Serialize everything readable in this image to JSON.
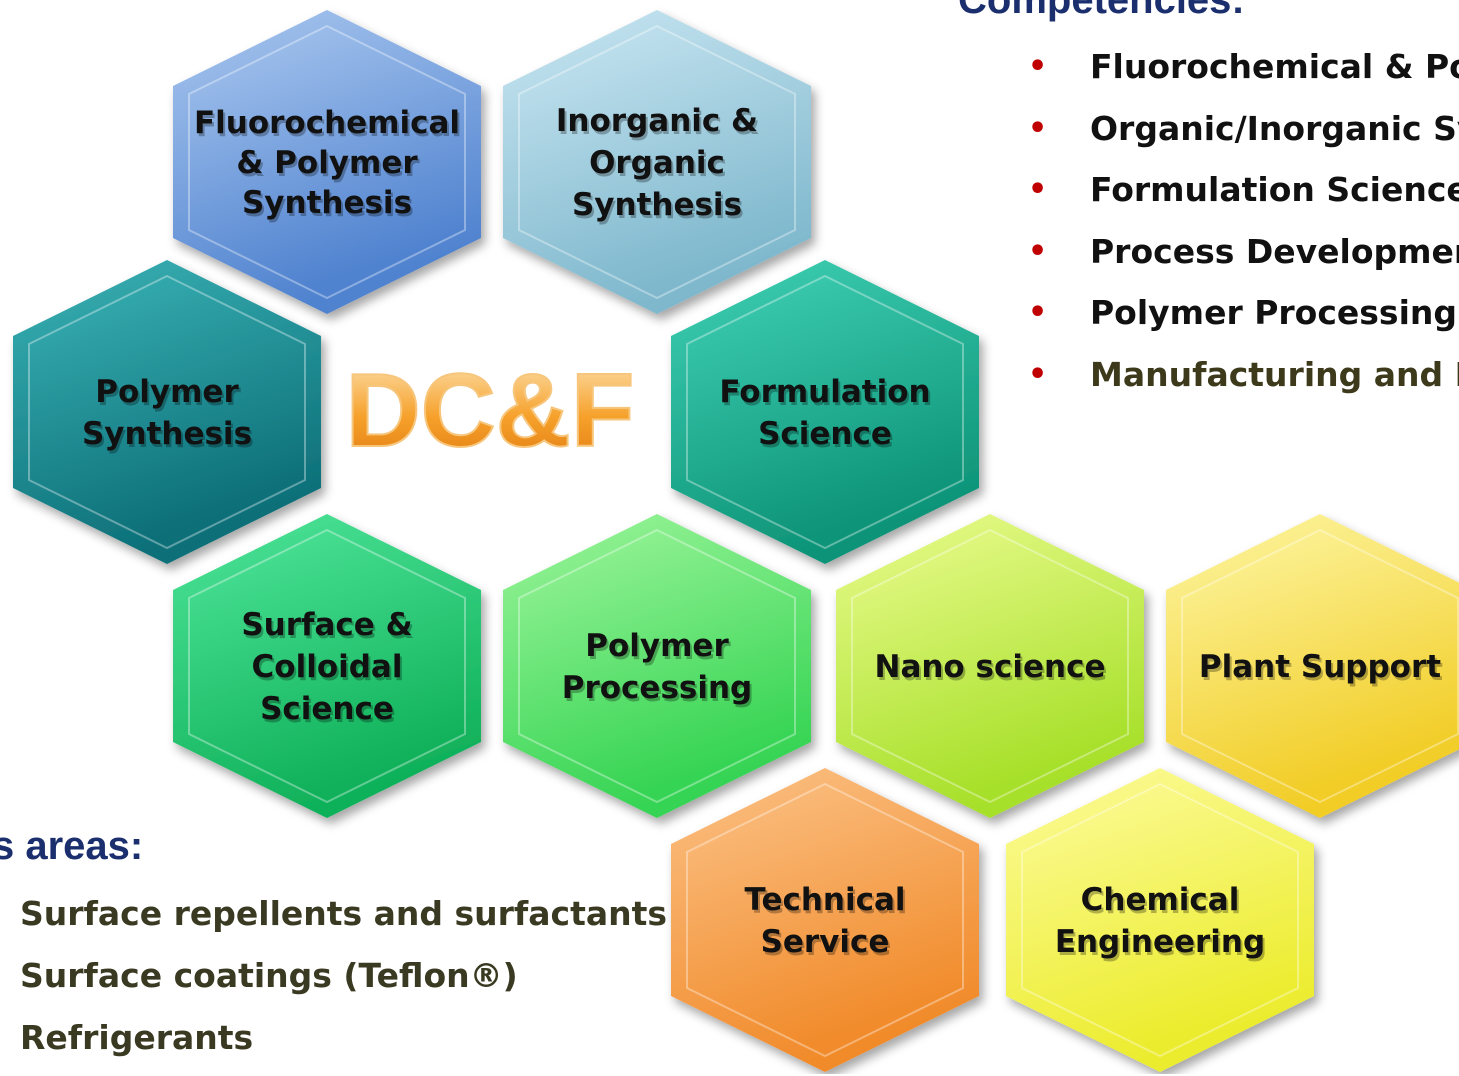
{
  "logo": {
    "text": "DC&F"
  },
  "competencies": {
    "heading": "Competencies:",
    "items": [
      "Fluorochemical & Pol",
      "Organic/Inorganic Sy",
      "Formulation Science",
      "Process Developmen",
      "Polymer Processing",
      "Manufacturing and E"
    ],
    "bullet": "•",
    "bullet_color": "#c00000"
  },
  "focus_areas": {
    "heading": "s areas:",
    "items": [
      "Surface repellents and surfactants",
      "Surface coatings (Teflon®)",
      "Refrigerants"
    ]
  },
  "hexagons": [
    {
      "id": "fluoro-polymer",
      "lines": [
        "Fluorochemical",
        "& Polymer",
        "Synthesis"
      ],
      "colors": [
        "#a9c7ef",
        "#4f82cf"
      ]
    },
    {
      "id": "inorganic-organic",
      "lines": [
        "Inorganic &",
        "Organic",
        "Synthesis"
      ],
      "colors": [
        "#c9e6f2",
        "#7fb8cd"
      ]
    },
    {
      "id": "polymer-synthesis",
      "lines": [
        "Polymer",
        "Synthesis"
      ],
      "colors": [
        "#39b2b5",
        "#0d6f78"
      ]
    },
    {
      "id": "formulation",
      "lines": [
        "Formulation",
        "Science"
      ],
      "colors": [
        "#3fd0b4",
        "#0e9478"
      ]
    },
    {
      "id": "surface-colloidal",
      "lines": [
        "Surface &",
        "Colloidal",
        "Science"
      ],
      "colors": [
        "#4fe59a",
        "#10b15a"
      ]
    },
    {
      "id": "polymer-processing",
      "lines": [
        "Polymer",
        "Processing"
      ],
      "colors": [
        "#9cf59a",
        "#36d454"
      ]
    },
    {
      "id": "nano-science",
      "lines": [
        "Nano science"
      ],
      "colors": [
        "#e9fb8d",
        "#a7e02a"
      ]
    },
    {
      "id": "plant-support",
      "lines": [
        "Plant Support"
      ],
      "colors": [
        "#fdf6a2",
        "#f2cd27"
      ]
    },
    {
      "id": "technical-service",
      "lines": [
        "Technical",
        "Service"
      ],
      "colors": [
        "#fbc185",
        "#f18b2b"
      ]
    },
    {
      "id": "chemical-engineering",
      "lines": [
        "Chemical",
        "Engineering"
      ],
      "colors": [
        "#fcfb9a",
        "#ecec2e"
      ]
    }
  ],
  "colors": {
    "heading": "#1b2f6e",
    "logo_fill": "#f6a12b",
    "logo_highlight": "#fde4b5"
  }
}
